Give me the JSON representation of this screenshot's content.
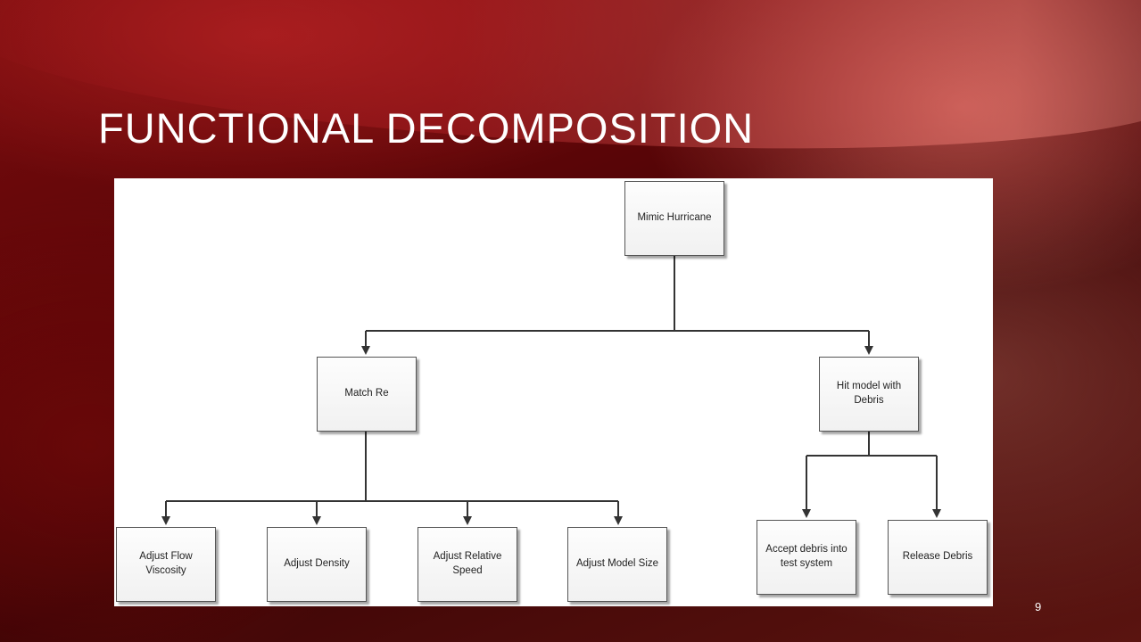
{
  "slide": {
    "title": "FUNCTIONAL DECOMPOSITION",
    "number": "9"
  },
  "diagram": {
    "root": {
      "label": "Mimic Hurricane"
    },
    "match_re": {
      "label": "Match Re",
      "children": [
        {
          "label": "Adjust Flow Viscosity"
        },
        {
          "label": "Adjust Density"
        },
        {
          "label": "Adjust Relative Speed"
        },
        {
          "label": "Adjust Model Size"
        }
      ]
    },
    "hit_model": {
      "label": "Hit model with Debris",
      "children": [
        {
          "label": "Accept debris into test system"
        },
        {
          "label": "Release Debris"
        }
      ]
    },
    "colors": {
      "line": "#333333",
      "box_border": "#555555",
      "panel": "#ffffff"
    }
  }
}
